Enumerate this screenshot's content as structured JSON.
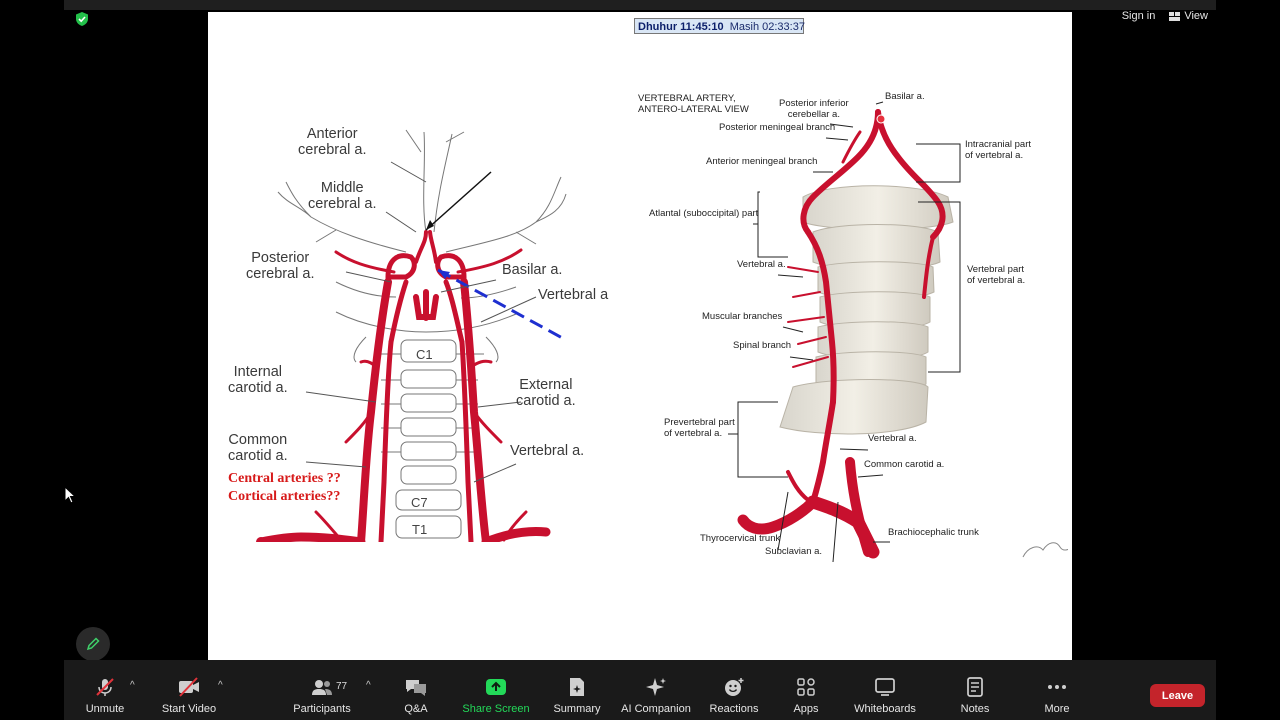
{
  "top_bar": {
    "sign_in": "Sign in",
    "view": "View"
  },
  "slide": {
    "prayer_time": "Dhuhur 11:45:10",
    "remaining": "Masih 02:33:37",
    "left_figure": {
      "labels": {
        "anterior_cerebral": "Anterior\ncerebral a.",
        "middle_cerebral": "Middle\ncerebral a.",
        "posterior_cerebral": "Posterior\ncerebral a.",
        "basilar": "Basilar a.",
        "vertebral_top": "Vertebral a",
        "internal_carotid": "Internal\ncarotid a.",
        "external_carotid": "External\ncarotid a.",
        "common_carotid": "Common\ncarotid a.",
        "vertebral_bottom": "Vertebral a.",
        "c1": "C1",
        "c7": "C7",
        "t1": "T1"
      },
      "notes": [
        "Central arteries ??",
        "Cortical arteries??"
      ]
    },
    "right_figure": {
      "title": "VERTEBRAL ARTERY,\nANTERO-LATERAL VIEW",
      "labels": {
        "posterior_inferior_cerebellar": "Posterior inferior\ncerebellar a.",
        "basilar": "Basilar a.",
        "posterior_meningeal": "Posterior meningeal branch",
        "intracranial_part": "Intracranial part\nof vertebral a.",
        "anterior_meningeal": "Anterior meningeal branch",
        "atlantal_part": "Atlantal (suboccipital) part",
        "vertebral_a": "Vertebral a.",
        "vertebral_part": "Vertebral part\nof vertebral a.",
        "muscular_branches": "Muscular branches",
        "spinal_branch": "Spinal branch",
        "prevertebral_part": "Prevertebral part\nof vertebral a.",
        "vertebral_a_lower": "Vertebral a.",
        "common_carotid": "Common carotid a.",
        "thyrocervical": "Thyrocervical trunk",
        "brachiocephalic": "Brachiocephalic trunk",
        "subclavian": "Subclavian a."
      },
      "signature": "F.Netter"
    }
  },
  "toolbar": {
    "unmute": "Unmute",
    "start_video": "Start Video",
    "participants": "Participants",
    "participant_count": "77",
    "qa": "Q&A",
    "share_screen": "Share Screen",
    "summary": "Summary",
    "ai_companion": "AI Companion",
    "reactions": "Reactions",
    "apps": "Apps",
    "whiteboards": "Whiteboards",
    "notes": "Notes",
    "more": "More",
    "leave": "Leave"
  },
  "colors": {
    "artery_red": "#c8102e",
    "share_green": "#23d959",
    "leave_red": "#c4242b",
    "toolbar_bg": "#1a1a1a"
  }
}
